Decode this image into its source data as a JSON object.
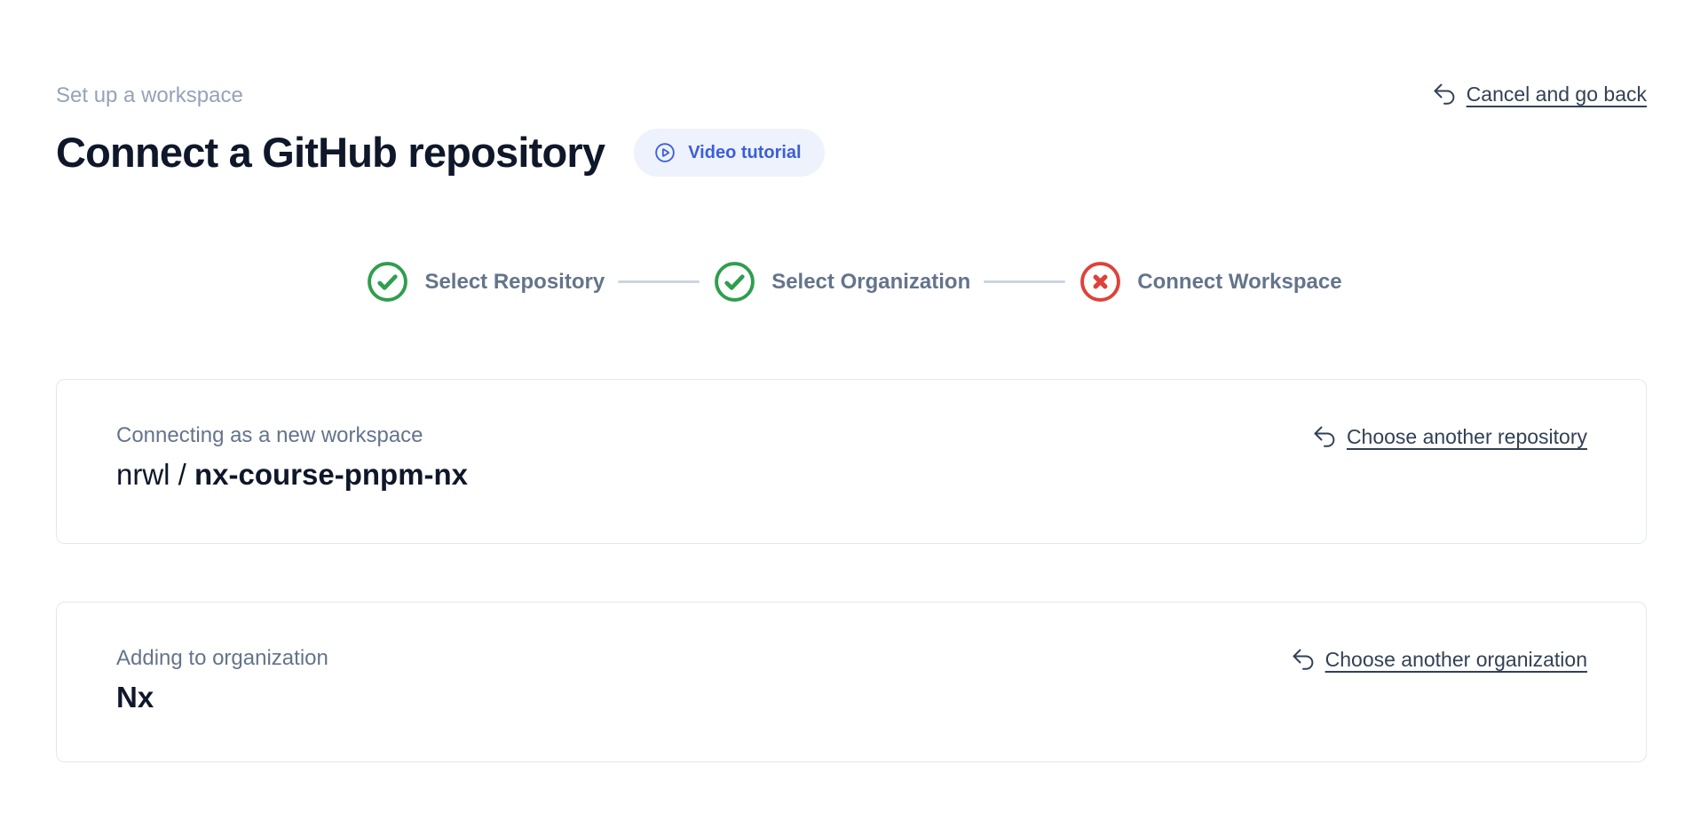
{
  "page": {
    "eyebrow": "Set up a workspace",
    "title": "Connect a GitHub repository",
    "video_button_label": "Video tutorial",
    "cancel_label": "Cancel and go back"
  },
  "stepper": {
    "steps": [
      {
        "label": "Select Repository",
        "status": "complete",
        "icon": "check-circle-icon"
      },
      {
        "label": "Select Organization",
        "status": "complete",
        "icon": "check-circle-icon"
      },
      {
        "label": "Connect Workspace",
        "status": "error",
        "icon": "x-circle-icon"
      }
    ]
  },
  "repo_card": {
    "label": "Connecting as a new workspace",
    "owner": "nrwl /",
    "repo": "nx-course-pnpm-nx",
    "action_label": "Choose another repository"
  },
  "org_card": {
    "label": "Adding to organization",
    "value": "Nx",
    "action_label": "Choose another organization"
  },
  "colors": {
    "accent_blue": "#3b5fd9",
    "accent_blue_bg": "#eef2fc",
    "success_green": "#2f9e4e",
    "error_red": "#de4239",
    "heading_text": "#0f172a",
    "muted_text": "#94a3b8",
    "label_text": "#64748b",
    "link_text": "#334155",
    "card_border": "#e2e8f0",
    "connector": "#cbd5e1"
  }
}
